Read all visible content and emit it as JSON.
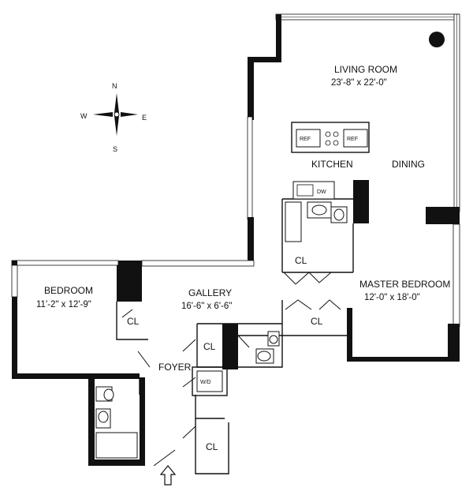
{
  "compass": {
    "n": "N",
    "s": "S",
    "e": "E",
    "w": "W"
  },
  "rooms": {
    "living": {
      "name": "LIVING ROOM",
      "dims": "23'-8\" x 22'-0\""
    },
    "kitchen": {
      "name": "KITCHEN"
    },
    "dining": {
      "name": "DINING"
    },
    "master": {
      "name": "MASTER BEDROOM",
      "dims": "12'-0\" x 18'-0\""
    },
    "bedroom": {
      "name": "BEDROOM",
      "dims": "11'-2\" x 12'-9\""
    },
    "gallery": {
      "name": "GALLERY",
      "dims": "16'-6\" x 6'-6\""
    },
    "foyer": {
      "name": "FOYER"
    }
  },
  "closets": {
    "label": "CL"
  },
  "appliances": {
    "ref1": "REF",
    "ref2": "REF",
    "dw": "DW",
    "wd": "W/D"
  },
  "colors": {
    "wall": "#111111",
    "line": "#111111",
    "background": "#ffffff"
  }
}
